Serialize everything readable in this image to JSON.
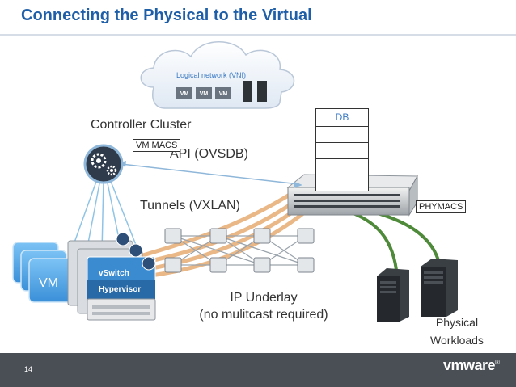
{
  "title": "Connecting the Physical to the Virtual",
  "cloud": {
    "label": "Logical network (VNI)",
    "vm_chip_labels": [
      "VM",
      "VM",
      "VM"
    ]
  },
  "controller": {
    "label": "Controller Cluster",
    "icon": "gears-icon"
  },
  "api_label": "API (OVSDB)",
  "vm_macs_label": "VM MACS",
  "db": {
    "header": "DB",
    "row_count": 4
  },
  "tunnels_label": "Tunnels (VXLAN)",
  "phymacs_label": "PHYMACS",
  "underlay": {
    "line1": "IP Underlay",
    "line2": "(no mulitcast required)"
  },
  "workloads": {
    "line1": "Physical",
    "line2": "Workloads"
  },
  "host": {
    "vm_label": "VM",
    "vswitch_label": "vSwitch",
    "hypervisor_label": "Hypervisor"
  },
  "footer": {
    "page_number": "14",
    "logo_text": "vmware",
    "logo_mark": "®"
  },
  "colors": {
    "title": "#1f5fa8",
    "tunnel": "#e8b07a",
    "green_link": "#4e8a3a",
    "blue_accent": "#3b79c4",
    "vm_blue": "#4aa3e8",
    "footer": "#4a4f55"
  }
}
